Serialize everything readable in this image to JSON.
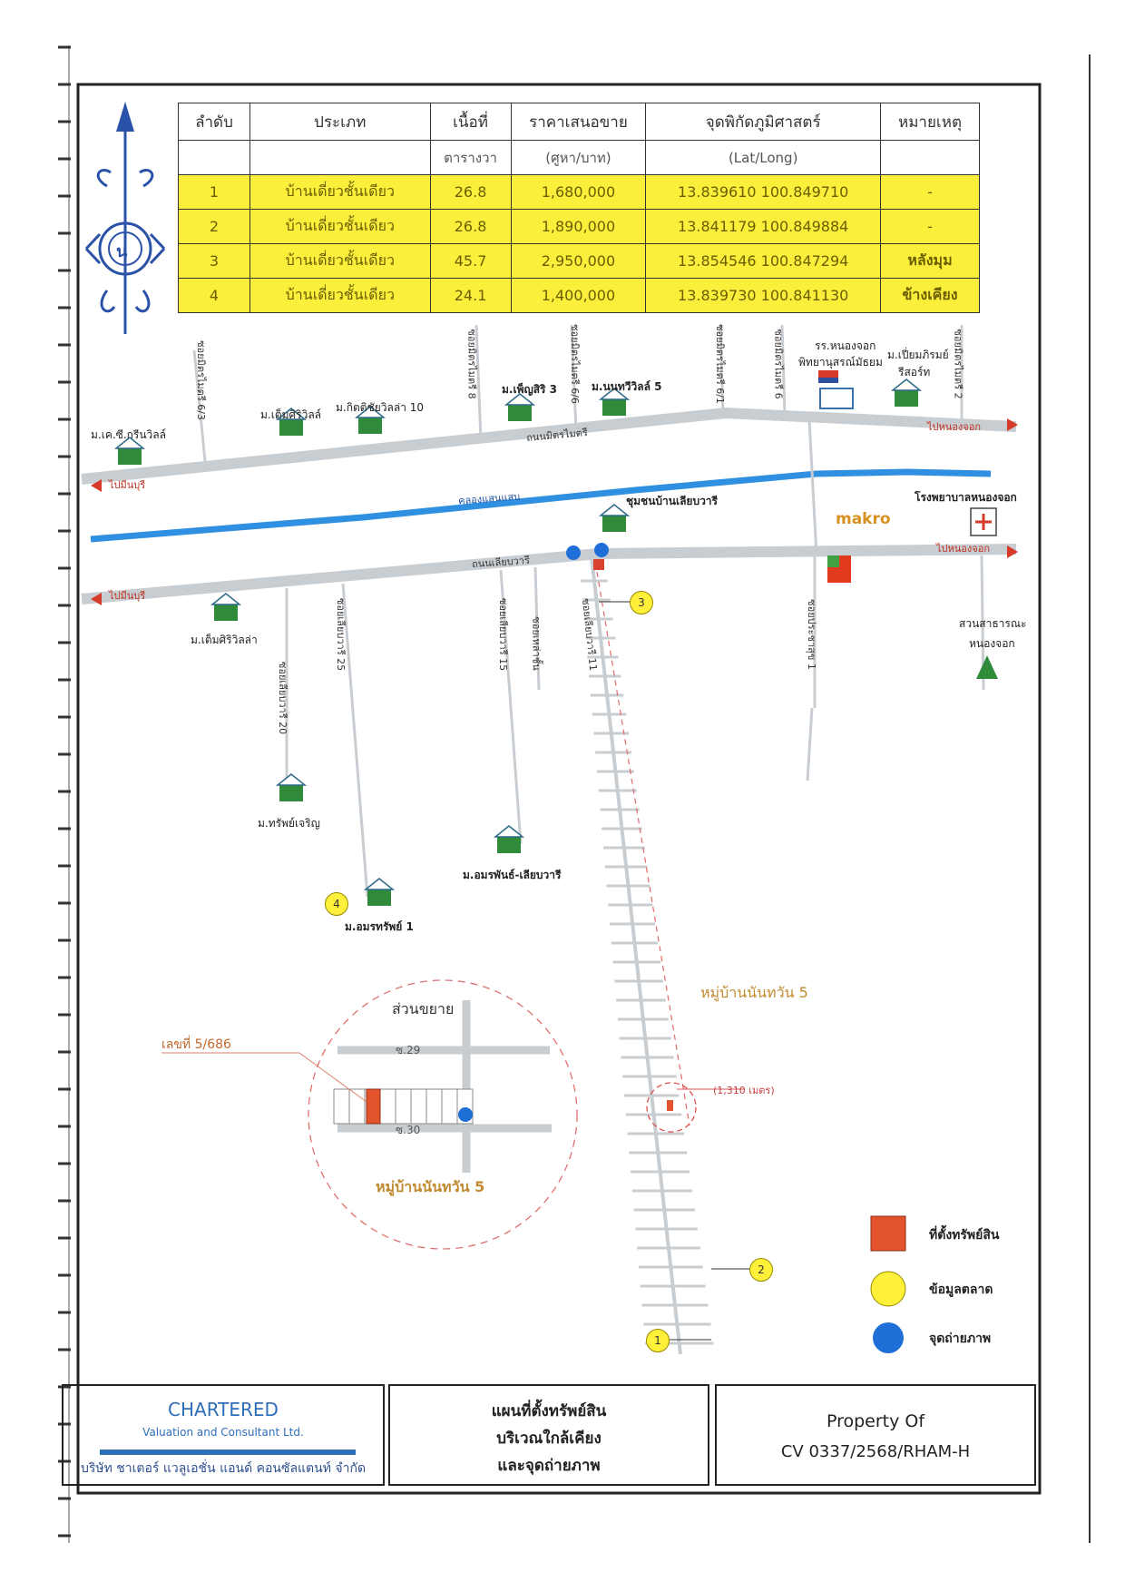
{
  "table": {
    "headers": [
      "ลำดับ",
      "ประเภท",
      "เนื้อที่",
      "ราคาเสนอขาย",
      "จุดพิกัดภูมิศาสตร์",
      "หมายเหตุ"
    ],
    "subheaders": [
      "",
      "",
      "ตารางวา",
      "(ศูหา/บาท)",
      "(Lat/Long)",
      ""
    ],
    "rows": [
      {
        "no": "1",
        "type": "บ้านเดี่ยวชั้นเดียว",
        "area": "26.8",
        "price": "1,680,000",
        "coord": "13.839610 100.849710",
        "note": "-"
      },
      {
        "no": "2",
        "type": "บ้านเดี่ยวชั้นเดียว",
        "area": "26.8",
        "price": "1,890,000",
        "coord": "13.841179 100.849884",
        "note": "-"
      },
      {
        "no": "3",
        "type": "บ้านเดี่ยวชั้นเดียว",
        "area": "45.7",
        "price": "2,950,000",
        "coord": "13.854546 100.847294",
        "note": "หลังมุม"
      },
      {
        "no": "4",
        "type": "บ้านเดี่ยวชั้นเดียว",
        "area": "24.1",
        "price": "1,400,000",
        "coord": "13.839730 100.841130",
        "note": "ข้างเคียง"
      }
    ]
  },
  "compass": {
    "letter": "น"
  },
  "places": {
    "kc_green": "ม.เค.ซี.กรีนวิลล์",
    "temsiri1": "ม.เต็มศิริวิลล์",
    "kitti10": "ม.กิตติชัยวิลล่า 10",
    "phensiri3": "ม.เพ็ญสิริ 3",
    "nonthawi5": "ม.นนทวีวิลล์ 5",
    "school_l1": "รร.หนองจอก",
    "school_l2": "พิทยานุสรณ์มัธยม",
    "pian_l1": "ม.เปี่ยมภิรมย์",
    "pian_l2": "รีสอร์ท",
    "chumchon": "ชุมชนบ้านเลียบวารี",
    "makro": "makro",
    "hospital": "โรงพยาบาลหนองจอก",
    "temsiri2": "ม.เต็มศิริวิลล่า",
    "park_l1": "สวนสาธารณะ",
    "park_l2": "หนองจอก",
    "sapcharoen": "ม.ทรัพย์เจริญ",
    "amornphan": "ม.อมรพันธ์-เลียบวารี",
    "amornsap": "ม.อมรทรัพย์ 1",
    "nanthawan": "หมู่บ้านนันทวัน 5",
    "distance": "(1,310 เมตร)"
  },
  "roads": {
    "to_minburi": "ไปมีนบุรี",
    "to_nongchok": "ไปหนองจอก",
    "mitrmaitri": "ถนนมิตรไมตรี",
    "liapwari": "ถนนเลียบวารี",
    "canal": "คลองแสนแสบ",
    "s_mitr_6_3": "ซอยมิตรไมตรี 6/3",
    "s_mitr_8": "ซอยมิตรไมตรี 8",
    "s_mitr_6_6": "ซอยมิตรไมตรี 6/6",
    "s_mitr_6_1": "ซอยมิตรไมตรี 6/1",
    "s_mitr_6": "ซอยมิตรไมตรี 6",
    "s_mitr_2": "ซอยมิตรไมตรี 2",
    "s_liap_20": "ซอยเลียบวารี 20",
    "s_liap_25": "ซอยเลียบวารี 25",
    "s_liap_15": "ซอยเลียบวารี 15",
    "s_liap_chan": "ซอยเหล่าชั้น",
    "s_liap_11": "ซอยเลียบวารี 11",
    "s_prachasuk": "ซอยประชาสุข 1"
  },
  "inset": {
    "title": "ส่วนขยาย",
    "parcel_label": "เลขที่ 5/686",
    "soi29": "ซ.29",
    "soi30": "ซ.30",
    "caption": "หมู่บ้านนันทวัน 5"
  },
  "markers": [
    "1",
    "2",
    "3",
    "4"
  ],
  "legend": {
    "property": "ที่ตั้งทรัพย์สิน",
    "market": "ข้อมูลตลาด",
    "photo": "จุดถ่ายภาพ"
  },
  "footer": {
    "company_en": "CHARTERED",
    "company_en_sub": "Valuation and Consultant Ltd.",
    "company_th": "บริษัท ชาเตอร์ แวลูเอชั่น แอนด์ คอนซัลแตนท์ จำกัด",
    "title_l1": "แผนที่ตั้งทรัพย์สิน",
    "title_l2": "บริเวณใกล้เคียง",
    "title_l3": "และจุดถ่ายภาพ",
    "prop_l1": "Property  Of",
    "prop_l2": "CV 0337/2568/RHAM-H"
  },
  "colors": {
    "accent_yellow": "#fbef3c",
    "property_red": "#e2532e",
    "photo_blue": "#1e6fd8",
    "canal_blue": "#2f8fe0",
    "road_grey": "#c8cdd2",
    "company_blue": "#2e6db8"
  }
}
